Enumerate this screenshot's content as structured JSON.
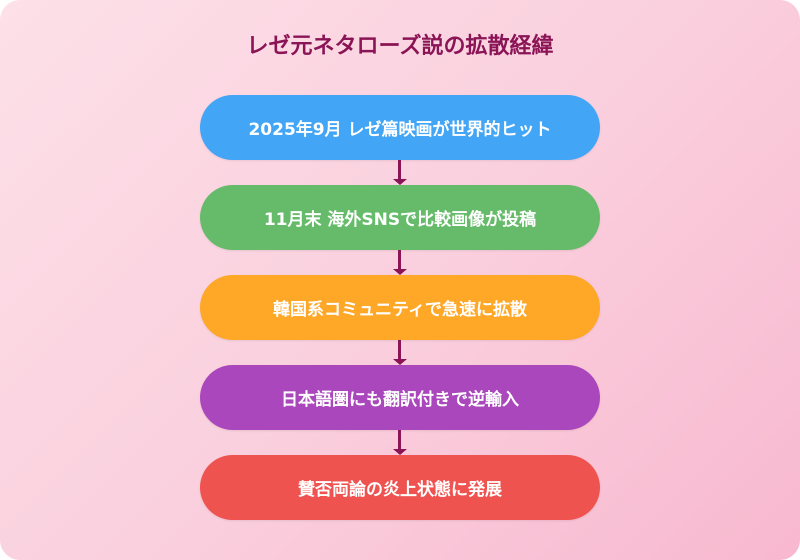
{
  "title": "レゼ元ネタローズ説の拡散経緯",
  "colors": {
    "title": "#8a1456",
    "arrow": "#8a1456",
    "background_start": "#fde0e8",
    "background_end": "#f8b8cf"
  },
  "steps": [
    {
      "label": "2025年9月 レゼ篇映画が世界的ヒット",
      "color": "#42a5f5"
    },
    {
      "label": "11月末 海外SNSで比較画像が投稿",
      "color": "#66bb6a"
    },
    {
      "label": "韓国系コミュニティで急速に拡散",
      "color": "#ffa726"
    },
    {
      "label": "日本語圏にも翻訳付きで逆輸入",
      "color": "#ab47bc"
    },
    {
      "label": "賛否両論の炎上状態に発展",
      "color": "#ef5350"
    }
  ]
}
